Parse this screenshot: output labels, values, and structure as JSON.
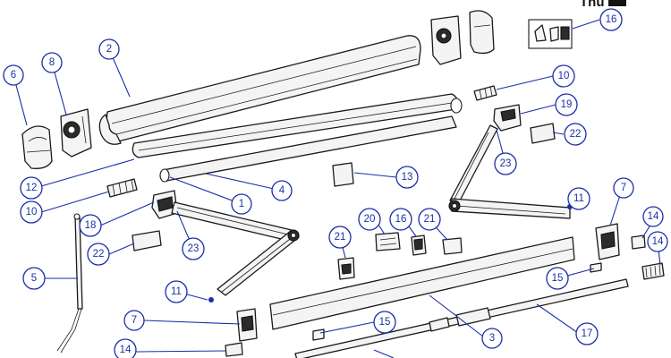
{
  "logo": {
    "text": "Thu"
  },
  "callouts": [
    {
      "id": "c2",
      "label": "2"
    },
    {
      "id": "c6",
      "label": "6"
    },
    {
      "id": "c8",
      "label": "8"
    },
    {
      "id": "c16a",
      "label": "16"
    },
    {
      "id": "c10a",
      "label": "10"
    },
    {
      "id": "c19",
      "label": "19"
    },
    {
      "id": "c22a",
      "label": "22"
    },
    {
      "id": "c23a",
      "label": "23"
    },
    {
      "id": "c12",
      "label": "12"
    },
    {
      "id": "c13",
      "label": "13"
    },
    {
      "id": "c1",
      "label": "1"
    },
    {
      "id": "c4",
      "label": "4"
    },
    {
      "id": "c10b",
      "label": "10"
    },
    {
      "id": "c11a",
      "label": "11"
    },
    {
      "id": "c7a",
      "label": "7"
    },
    {
      "id": "c18",
      "label": "18"
    },
    {
      "id": "c20",
      "label": "20"
    },
    {
      "id": "c16b",
      "label": "16"
    },
    {
      "id": "c21a",
      "label": "21"
    },
    {
      "id": "c14a",
      "label": "14"
    },
    {
      "id": "c14b",
      "label": "14"
    },
    {
      "id": "c22b",
      "label": "22"
    },
    {
      "id": "c23b",
      "label": "23"
    },
    {
      "id": "c21b",
      "label": "21"
    },
    {
      "id": "c5",
      "label": "5"
    },
    {
      "id": "c15a",
      "label": "15"
    },
    {
      "id": "c11b",
      "label": "11"
    },
    {
      "id": "c7b",
      "label": "7"
    },
    {
      "id": "c15b",
      "label": "15"
    },
    {
      "id": "c3",
      "label": "3"
    },
    {
      "id": "c17",
      "label": "17"
    },
    {
      "id": "c14c",
      "label": "14"
    }
  ]
}
